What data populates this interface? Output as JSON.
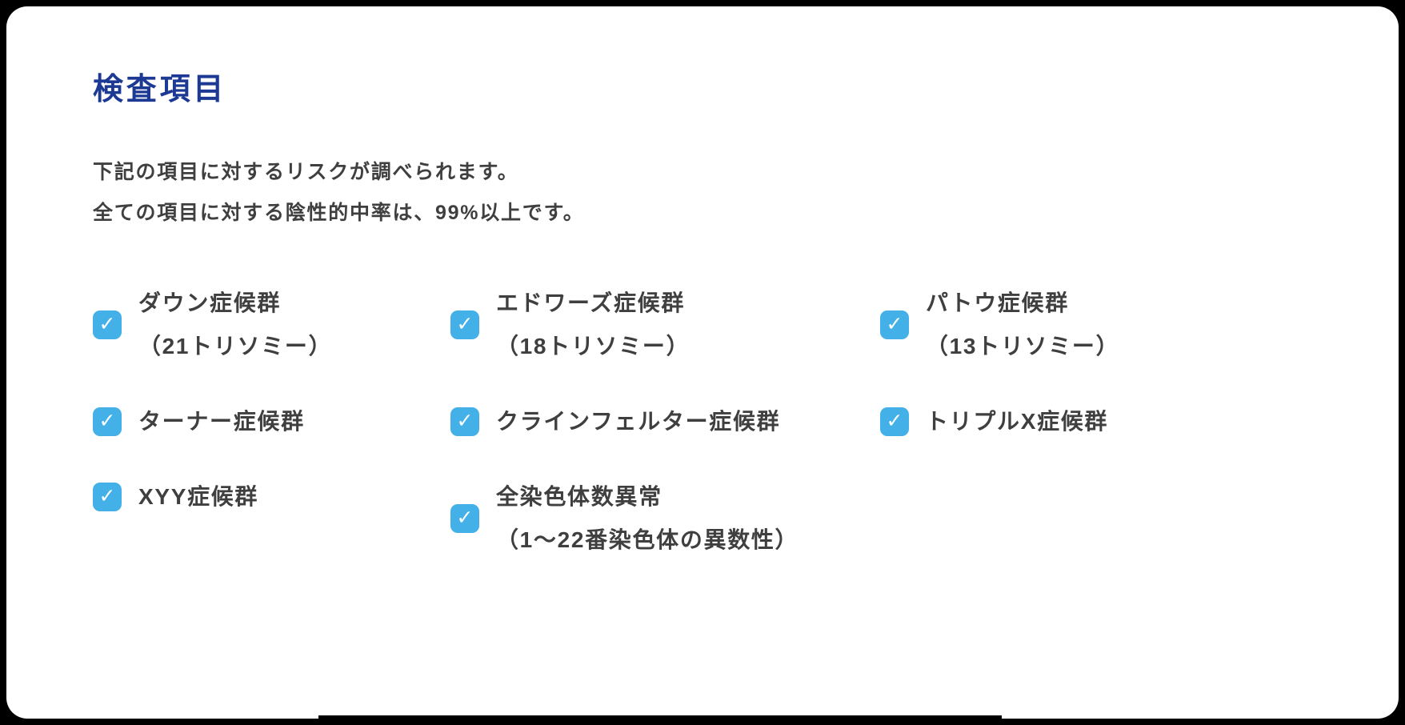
{
  "theme": {
    "heading_color": "#1c3a94",
    "text_color": "#3f3f3f",
    "checkbox_color": "#44b0e8",
    "card_bg": "#ffffff",
    "page_bg": "#000000"
  },
  "icons": {
    "check": "✓"
  },
  "section": {
    "heading": "検査項目",
    "description": [
      "下記の項目に対するリスクが調べられます。",
      "全ての項目に対する陰性的中率は、99%以上です。"
    ]
  },
  "items": [
    {
      "line1": "ダウン症候群",
      "line2": "（21トリソミー）",
      "checked": true
    },
    {
      "line1": "エドワーズ症候群",
      "line2": "（18トリソミー）",
      "checked": true
    },
    {
      "line1": "パトウ症候群",
      "line2": "（13トリソミー）",
      "checked": true
    },
    {
      "line1": "ターナー症候群",
      "checked": true
    },
    {
      "line1": "クラインフェルター症候群",
      "checked": true
    },
    {
      "line1": "トリプルX症候群",
      "checked": true
    },
    {
      "line1": "XYY症候群",
      "checked": true
    },
    {
      "line1": "全染色体数異常",
      "line2": "（1〜22番染色体の異数性）",
      "checked": true
    }
  ]
}
